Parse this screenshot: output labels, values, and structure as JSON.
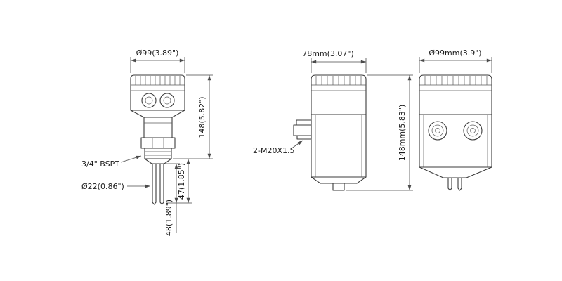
{
  "drawing": {
    "front": {
      "dia": "Ø99(3.89\")",
      "height": "148(5.82\")",
      "thread": "3/4\" BSPT",
      "fork_dia": "Ø22(0.86\")",
      "len47": "47(1.85\")",
      "len48": "48(1.89\")"
    },
    "side": {
      "width": "78mm(3.07\")",
      "gland": "2-M20X1.5",
      "height": "148mm(5.83\")"
    },
    "right": {
      "dia": "Ø99mm(3.9\")"
    },
    "colors": {
      "line": "#3b3b3b",
      "dimension": "#4a4a4a",
      "background": "#ffffff"
    }
  }
}
